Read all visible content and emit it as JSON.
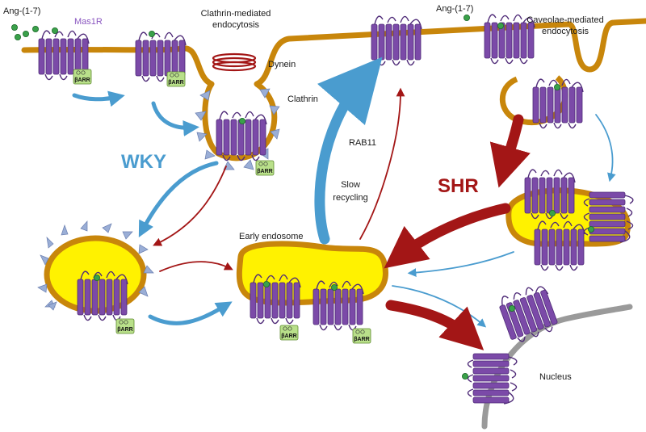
{
  "labels": {
    "ang_left": "Ang-(1-7)",
    "mas1r": "Mas1R",
    "clathrin_endocytosis_line1": "Clathrin-mediated",
    "clathrin_endocytosis_line2": "endocytosis",
    "dynein": "Dynein",
    "clathrin": "Clathrin",
    "ang_right": "Ang-(1-7)",
    "caveolae_line1": "Caveolae-mediated",
    "caveolae_line2": "endocytosis",
    "rab11": "RAB11",
    "slow_recycling_line1": "Slow",
    "slow_recycling_line2": "recycling",
    "early_endosome": "Early endosome",
    "nucleus": "Nucleus",
    "wky": "WKY",
    "shr": "SHR",
    "barr": "βARR"
  },
  "colors": {
    "membrane": "#c8860b",
    "receptor": "#7b4aa8",
    "receptor_dark": "#4f2b78",
    "wky_blue": "#4a9ccf",
    "shr_red": "#a31616",
    "endosome_fill": "#fff200",
    "ligand": "#3aa14a",
    "barr_box": "#b9e08a",
    "clathrin_coat": "#9aaed6",
    "nuclear_membrane": "#9a9a9a"
  }
}
